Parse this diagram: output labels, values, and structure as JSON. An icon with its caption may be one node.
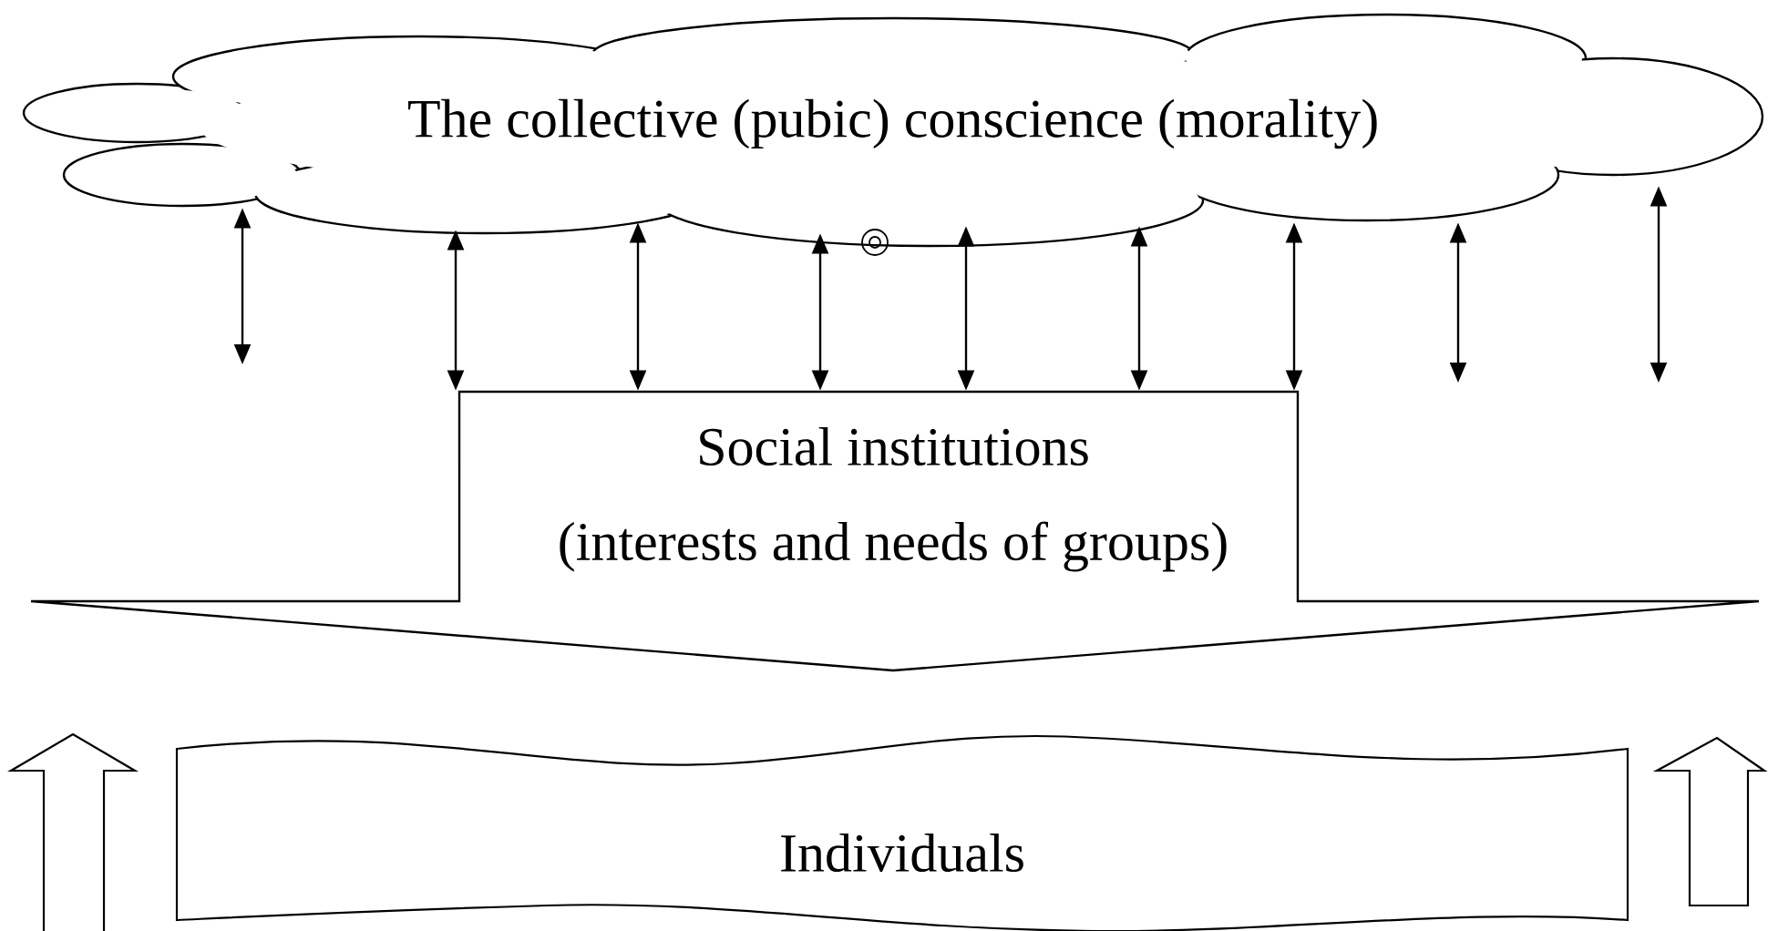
{
  "diagram": {
    "nodes": [
      {
        "text": [
          "The collective (pubic) conscience (morality)"
        ]
      },
      {
        "text": [
          "Social institutions",
          "(interests and needs of groups)"
        ]
      },
      {
        "text": [
          "Individuals"
        ]
      }
    ],
    "edges": [
      {
        "from": 0,
        "to": null,
        "arrow": "both"
      },
      {
        "from": 0,
        "to": 1,
        "arrow": "both"
      },
      {
        "from": 0,
        "to": 1,
        "arrow": "both"
      },
      {
        "from": 0,
        "to": 1,
        "arrow": "both"
      },
      {
        "from": 0,
        "to": 1,
        "arrow": "both"
      },
      {
        "from": 0,
        "to": 1,
        "arrow": "both"
      },
      {
        "from": 0,
        "to": 1,
        "arrow": "both"
      },
      {
        "from": 0,
        "to": null,
        "arrow": "both"
      },
      {
        "from": 0,
        "to": null,
        "arrow": "both"
      }
    ]
  }
}
